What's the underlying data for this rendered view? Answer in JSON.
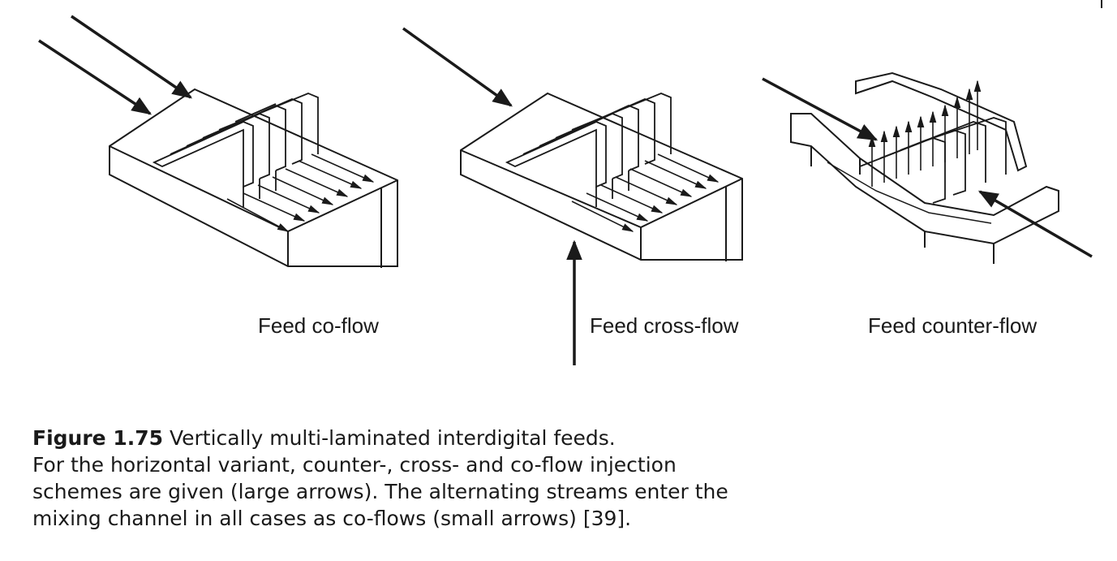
{
  "figure": {
    "panels": [
      {
        "id": "co-flow",
        "label": "Feed co-flow"
      },
      {
        "id": "cross-flow",
        "label": "Feed cross-flow"
      },
      {
        "id": "counter-flow",
        "label": "Feed counter-flow"
      }
    ],
    "colors": {
      "ink": "#1a1a1a",
      "background": "#ffffff"
    }
  },
  "caption": {
    "figure_number": "Figure 1.75",
    "title": "Vertically multi-laminated interdigital feeds.",
    "lines": [
      "For the horizontal variant, counter-, cross- and co-flow injection",
      "schemes are given (large arrows). The alternating streams enter the",
      "mixing channel in all cases as co-flows (small arrows) [39]."
    ]
  }
}
